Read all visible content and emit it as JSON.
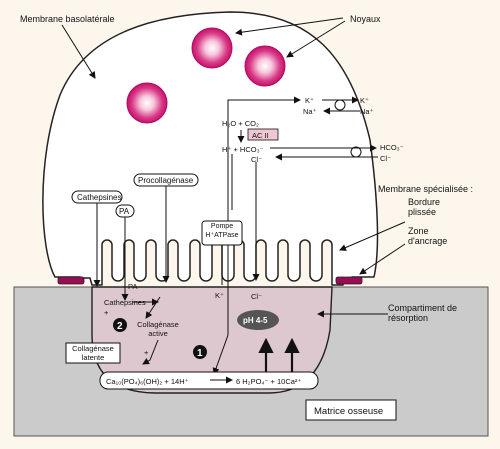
{
  "labels": {
    "membrane_basolaterale": "Membrane basolatérale",
    "noyaux": "Noyaux",
    "membrane_specialisee": "Membrane spécialisée :",
    "bordure_plissee": "Bordure plissée",
    "zone_ancrage": "Zone d'ancrage",
    "compartiment": "Compartiment de résorption",
    "matrice": "Matrice osseuse",
    "cathepsines": "Cathepsines",
    "pa": "PA",
    "procollagenase": "Procollagénase",
    "collagenase_latente": "Collagénase latente",
    "collagenase_active": "Collagénase active",
    "pompe": "Pompe H⁺ATPase",
    "ph": "pH 4-5",
    "ac2": "AC II",
    "step1": "1",
    "step2": "2"
  },
  "chemistry": {
    "k_in": "K⁺",
    "na_in": "Na⁺",
    "k_out": "K⁺",
    "na_out": "Na⁺",
    "h2o_co2": "H₂O + CO₂",
    "h_hco3": "H⁺ + HCO₃⁻",
    "hco3_out": "HCO₃⁻",
    "cl_out": "Cl⁻",
    "cl_in": "Cl⁻",
    "cl_lacuna": "Cl⁻",
    "k_pump": "K⁺",
    "pa_inner": "PA",
    "cathepsines_inner": "Cathepsines",
    "plus1": "+",
    "plus2": "+",
    "equation_left": "Ca₁₀(PO₄)₆(OH)₂ + 14H⁺",
    "equation_right": "6 H₂PO₄⁻ + 10Ca²⁺"
  },
  "colors": {
    "cell_fill": "#ffffff",
    "lacuna_fill": "#dec8cf",
    "matrix_fill": "#cbcbcb",
    "nucleus_outer": "#c8106e",
    "anchor": "#9a0d55"
  }
}
